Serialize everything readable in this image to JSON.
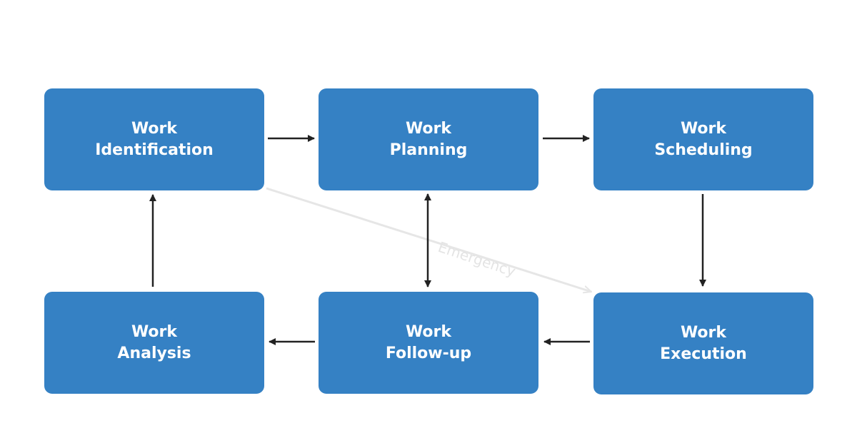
{
  "colors": {
    "box_fill": "#3581c4",
    "box_text": "#ffffff",
    "arrow": "#222222",
    "emergency_arrow": "#e6e6e6",
    "background": "#ffffff"
  },
  "boxes": [
    {
      "id": "b1",
      "lines": [
        "Work",
        "Identification"
      ]
    },
    {
      "id": "b2",
      "lines": [
        "Work",
        "Planning"
      ]
    },
    {
      "id": "b3",
      "lines": [
        "Work",
        "Scheduling"
      ]
    },
    {
      "id": "b4",
      "lines": [
        "Work",
        "Analysis"
      ]
    },
    {
      "id": "b5",
      "lines": [
        "Work",
        "Follow-up"
      ]
    },
    {
      "id": "b6",
      "lines": [
        "Work",
        "Execution"
      ]
    }
  ],
  "connections": [
    {
      "from": "Work Identification",
      "to": "Work Planning",
      "direction": "one-way"
    },
    {
      "from": "Work Planning",
      "to": "Work Scheduling",
      "direction": "one-way"
    },
    {
      "from": "Work Scheduling",
      "to": "Work Execution",
      "direction": "one-way"
    },
    {
      "from": "Work Execution",
      "to": "Work Follow-up",
      "direction": "one-way"
    },
    {
      "from": "Work Follow-up",
      "to": "Work Analysis",
      "direction": "one-way"
    },
    {
      "from": "Work Analysis",
      "to": "Work Identification",
      "direction": "one-way"
    },
    {
      "from": "Work Planning",
      "to": "Work Follow-up",
      "direction": "two-way"
    },
    {
      "from": "Work Identification",
      "to": "Work Execution",
      "direction": "one-way",
      "label": "Emergency"
    }
  ],
  "emergency_label": "Emergency"
}
